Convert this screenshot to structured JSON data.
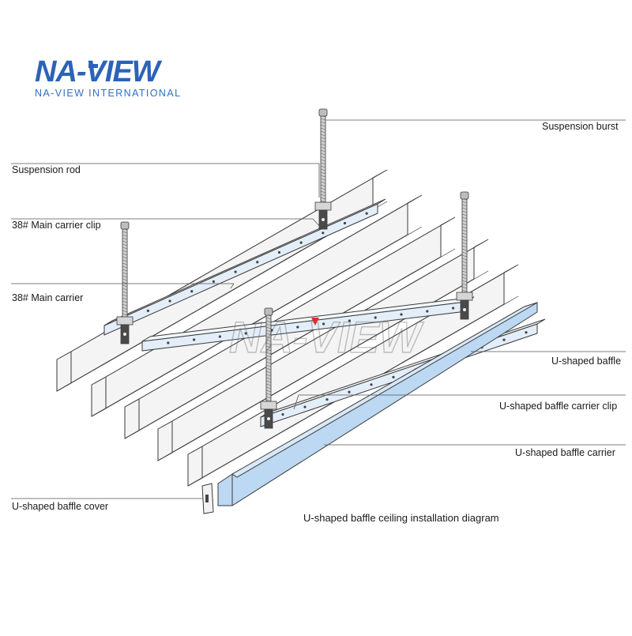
{
  "brand": {
    "logo_text": "NA-VIEW",
    "subtitle": "NA-VIEW INTERNATIONAL",
    "watermark": "NA-VIEW",
    "color": "#2c63b8",
    "accent": "#e02b2b"
  },
  "labels": {
    "suspension_burst": "Suspension burst",
    "suspension_rod": "Suspension rod",
    "main_carrier_clip": "38# Main carrier clip",
    "main_carrier": "38#  Main carrier",
    "u_baffle": "U-shaped baffle",
    "u_baffle_carrier_clip": "U-shaped baffle carrier clip",
    "u_baffle_carrier": "U-shaped baffle carrier",
    "u_baffle_cover": "U-shaped baffle cover"
  },
  "caption": "U-shaped baffle ceiling installation diagram",
  "colors": {
    "baffle_highlight": "#bcd8f2",
    "main_carrier_fill": "#e3eef8",
    "hardware": "#4a4a4a",
    "outline": "#3a3a3a"
  }
}
